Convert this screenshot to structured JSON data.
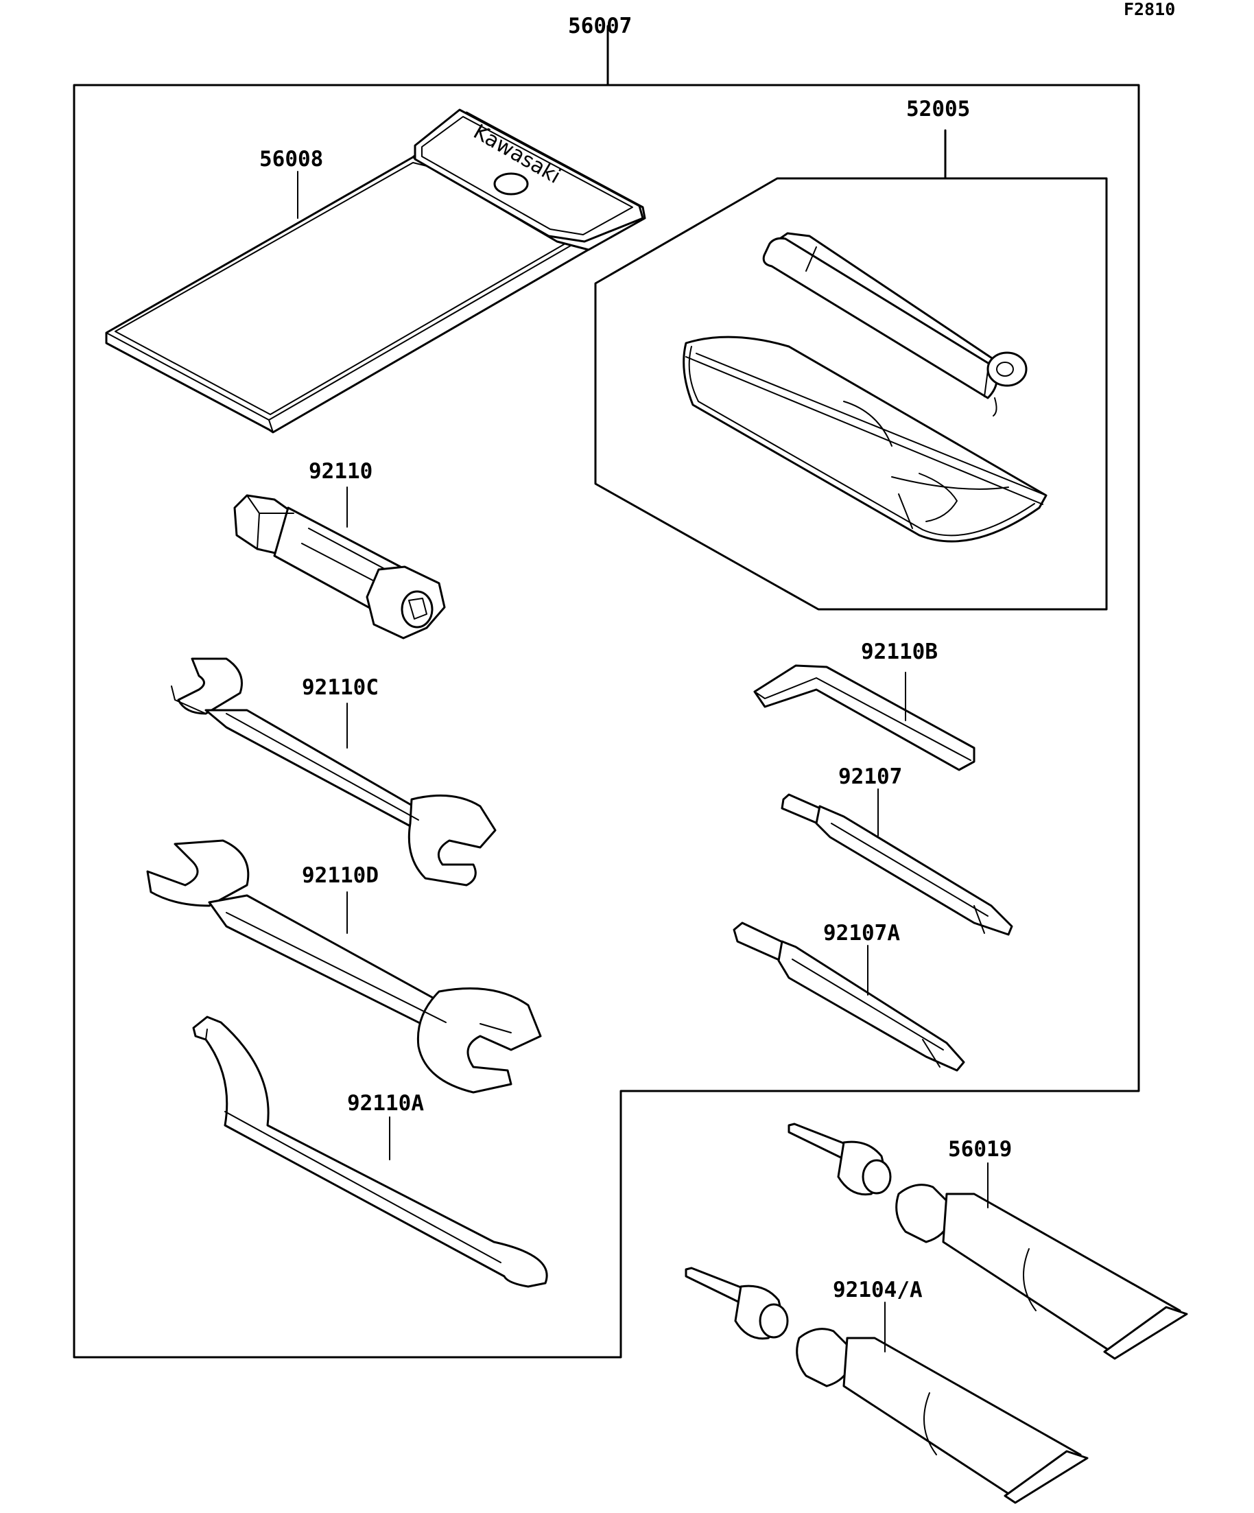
{
  "figure_code": "F2810",
  "brand": "Kawasaki",
  "parts": {
    "p56007": "56007",
    "p56008": "56008",
    "p52005": "52005",
    "p92110": "92110",
    "p92110C": "92110C",
    "p92110D": "92110D",
    "p92110A": "92110A",
    "p92110B": "92110B",
    "p92107": "92107",
    "p92107A": "92107A",
    "p56019": "56019",
    "p92104A": "92104/A"
  }
}
